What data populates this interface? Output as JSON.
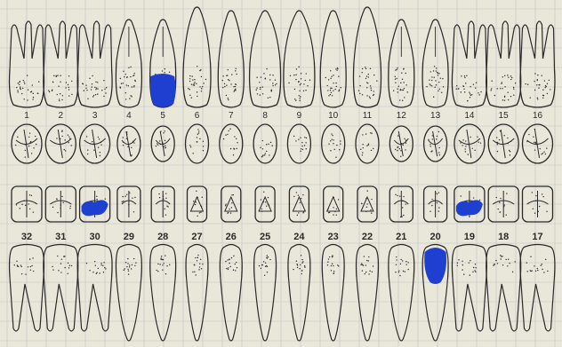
{
  "chart": {
    "upper_numbers": [
      "1",
      "2",
      "3",
      "4",
      "5",
      "6",
      "7",
      "8",
      "9",
      "10",
      "11",
      "12",
      "13",
      "14",
      "15",
      "16"
    ],
    "lower_numbers": [
      "32",
      "31",
      "30",
      "29",
      "28",
      "27",
      "26",
      "25",
      "24",
      "23",
      "22",
      "21",
      "20",
      "19",
      "18",
      "17"
    ],
    "marked_teeth": [
      {
        "tooth": "5",
        "view": "buccal",
        "color": "#1f3fd0"
      },
      {
        "tooth": "30",
        "view": "occlusal",
        "color": "#1f3fd0"
      },
      {
        "tooth": "19",
        "view": "occlusal",
        "color": "#1f3fd0"
      },
      {
        "tooth": "20",
        "view": "buccal",
        "color": "#1f3fd0"
      }
    ],
    "colors": {
      "paper": "#e9e6da",
      "grid": "#c9cfc9",
      "ink": "#2a2a2a",
      "mark": "#1f3fd0"
    }
  }
}
